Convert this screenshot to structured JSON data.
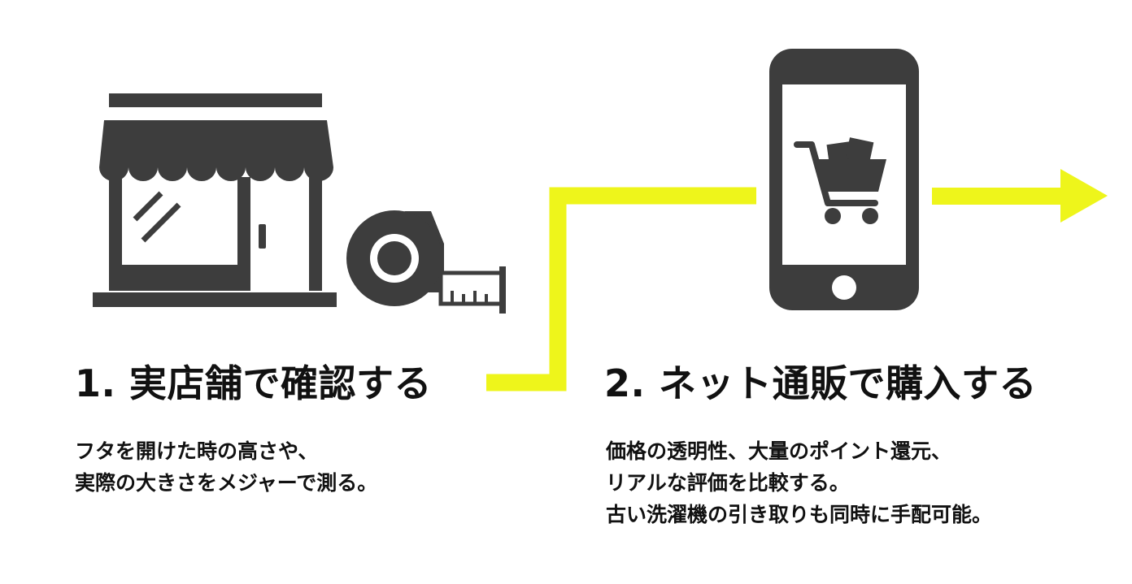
{
  "colors": {
    "accent": "#eef51b",
    "icon": "#3d3d3d",
    "text": "#111111",
    "background": "#ffffff"
  },
  "icons": {
    "store": "store-icon",
    "tape_measure": "tape-measure-icon",
    "smartphone": "smartphone-icon",
    "shopping_cart": "shopping-cart-icon",
    "flow_arrow": "arrow-right-icon"
  },
  "steps": [
    {
      "title": "1. 実店舗で確認する",
      "description": [
        "フタを開けた時の高さや、",
        "実際の大きさをメジャーで測る。"
      ]
    },
    {
      "title": "2. ネット通販で購入する",
      "description": [
        "価格の透明性、大量のポイント還元、",
        "リアルな評価を比較する。",
        "古い洗濯機の引き取りも同時に手配可能。"
      ]
    }
  ]
}
